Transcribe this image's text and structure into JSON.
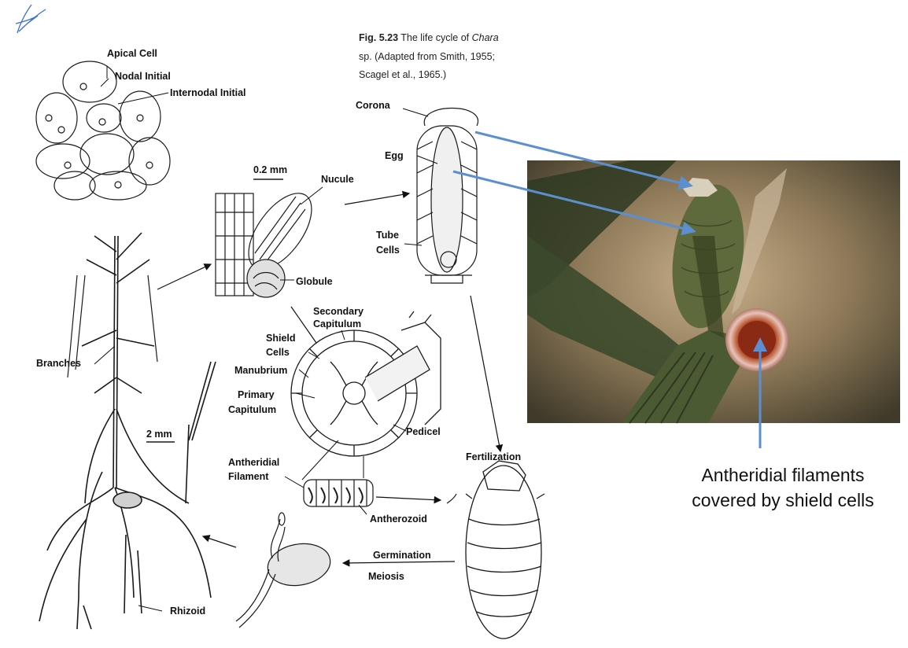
{
  "figure": {
    "caption_number": "Fig. 5.23",
    "caption_line1": "The life cycle of",
    "caption_genus": "Chara",
    "caption_line2": "sp. (Adapted from Smith, 1955;",
    "caption_line3": "Scagel et al., 1965.)"
  },
  "labels": {
    "apical_cell": "Apical Cell",
    "nodal_initial": "Nodal Initial",
    "internodal_initial": "Internodal Initial",
    "scale_small": "0.2 mm",
    "nucule": "Nucule",
    "globule": "Globule",
    "corona": "Corona",
    "egg": "Egg",
    "tube_cells_1": "Tube",
    "tube_cells_2": "Cells",
    "secondary_capitulum_1": "Secondary",
    "secondary_capitulum_2": "Capitulum",
    "shield_cells_1": "Shield",
    "shield_cells_2": "Cells",
    "manubrium": "Manubrium",
    "primary_capitulum_1": "Primary",
    "primary_capitulum_2": "Capitulum",
    "pedicel": "Pedicel",
    "branches": "Branches",
    "scale_large": "2 mm",
    "antheridial_filament_1": "Antheridial",
    "antheridial_filament_2": "Filament",
    "antherozoid": "Antherozoid",
    "fertilization": "Fertilization",
    "germination": "Germination",
    "meiosis": "Meiosis",
    "rhizoid": "Rhizoid"
  },
  "annotation": {
    "line1": "Antheridial filaments",
    "line2": "covered by shield cells"
  },
  "colors": {
    "arrow": "#5b8fd0",
    "ink": "#1a1a1a",
    "photo_bg": "#6e6048"
  }
}
